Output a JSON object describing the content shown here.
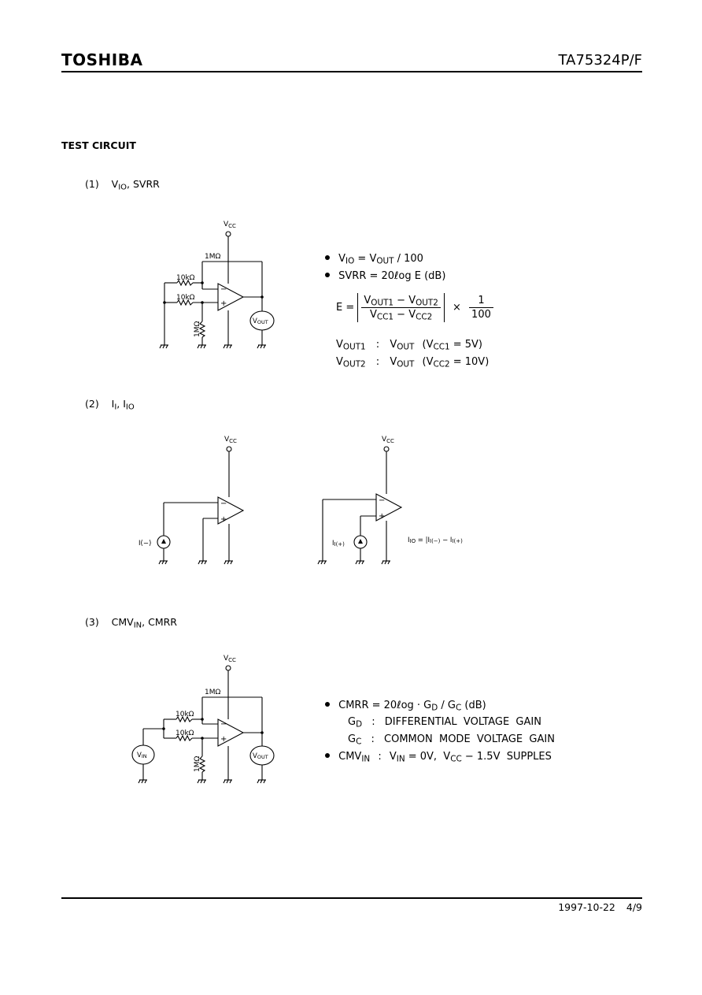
{
  "header": {
    "logo": "TOSHIBA",
    "part_number": "TA75324P/F"
  },
  "section_title": "TEST CIRCUIT",
  "circuit1": {
    "number": "(1)",
    "title_v": "V",
    "title_io_sub": "IO",
    "title_rest": ", SVRR",
    "vcc": "V",
    "vcc_sub": "CC",
    "r_feedback": "1MΩ",
    "r_in1": "10kΩ",
    "r_in2": "10kΩ",
    "r_bias": "1MΩ",
    "minus": "−",
    "plus": "+",
    "vout_meter": "V",
    "vout_meter_sub": "OUT",
    "formulas": {
      "f1_v": "V",
      "f1_io": "IO",
      "f1_eq": " = V",
      "f1_out": "OUT",
      "f1_rest": " / 100",
      "f2": "SVRR = 20ℓog  E (dB)",
      "e_label": "E =",
      "num_a": "V",
      "num_a_sub": "OUT1",
      "num_mid": " − V",
      "num_b_sub": "OUT2",
      "den_a": "V",
      "den_a_sub": "CC1",
      "den_mid": " − V",
      "den_b_sub": "CC2",
      "times": "×",
      "frac_num": "1",
      "frac_den": "100",
      "l1_v": "V",
      "l1_sub": "OUT1",
      "l1_colon": ":",
      "l1_v2": "V",
      "l1_sub2": "OUT",
      "l1_paren": "(V",
      "l1_sub3": "CC1",
      "l1_val": " = 5V)",
      "l2_v": "V",
      "l2_sub": "OUT2",
      "l2_colon": ":",
      "l2_v2": "V",
      "l2_sub2": "OUT",
      "l2_paren": "(V",
      "l2_sub3": "CC2",
      "l2_val": " = 10V)"
    }
  },
  "circuit2": {
    "number": "(2)",
    "title_i": "I",
    "title_i_sub": "I",
    "title_sep": ", I",
    "title_io_sub": "IO",
    "vcc": "V",
    "vcc_sub": "CC",
    "minus": "−",
    "plus": "+",
    "src_left": "I(−)",
    "src_right": "I",
    "src_right_sub": "I(+)",
    "formula": "I",
    "formula_sub": "IO",
    "formula_rest": " = |I",
    "formula_sub2": "I(−)",
    "formula_mid": " − I",
    "formula_sub3": "I(+)"
  },
  "circuit3": {
    "number": "(3)",
    "title_a": "CMV",
    "title_sub": "IN",
    "title_rest": ", CMRR",
    "vcc": "V",
    "vcc_sub": "CC",
    "r_feedback": "1MΩ",
    "r_in1": "10kΩ",
    "r_in2": "10kΩ",
    "r_bias": "1MΩ",
    "minus": "−",
    "plus": "+",
    "vin_meter": "V",
    "vin_meter_sub": "IN",
    "vout_meter": "V",
    "vout_meter_sub": "OUT",
    "formulas": {
      "f1_a": "CMRR = 20ℓog · G",
      "f1_sub1": "D",
      "f1_mid": " / G",
      "f1_sub2": "C",
      "f1_rest": " (dB)",
      "gd": "G",
      "gd_sub": "D",
      "gd_colon": ":",
      "gd_text": "DIFFERENTIAL  VOLTAGE  GAIN",
      "gc": "G",
      "gc_sub": "C",
      "gc_colon": ":",
      "gc_text": "COMMON  MODE  VOLTAGE  GAIN",
      "f4_a": "CMV",
      "f4_sub": "IN",
      "f4_colon": ":",
      "f4_b": "V",
      "f4_sub2": "IN",
      "f4_c": " = 0V,  V",
      "f4_sub3": "CC",
      "f4_d": " − 1.5V  SUPPLES"
    }
  },
  "footer": {
    "date": "1997-10-22",
    "page": "4/9"
  }
}
